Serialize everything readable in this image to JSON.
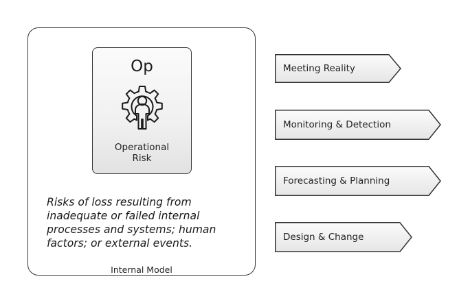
{
  "model": {
    "label": "Internal Model"
  },
  "risk": {
    "code": "Op",
    "name_line1": "Operational",
    "name_line2": "Risk",
    "icon": "gear-person-icon",
    "description": "Risks of loss resulting from inadequate or failed internal processes and systems; human factors; or external events."
  },
  "stages": [
    {
      "label": "Meeting Reality"
    },
    {
      "label": "Monitoring & Detection"
    },
    {
      "label": "Forecasting & Planning"
    },
    {
      "label": "Design & Change"
    }
  ],
  "colors": {
    "stroke": "#333333",
    "card_fill_top": "#fbfbfb",
    "card_fill_bottom": "#e2e2e2",
    "text": "#222222"
  }
}
